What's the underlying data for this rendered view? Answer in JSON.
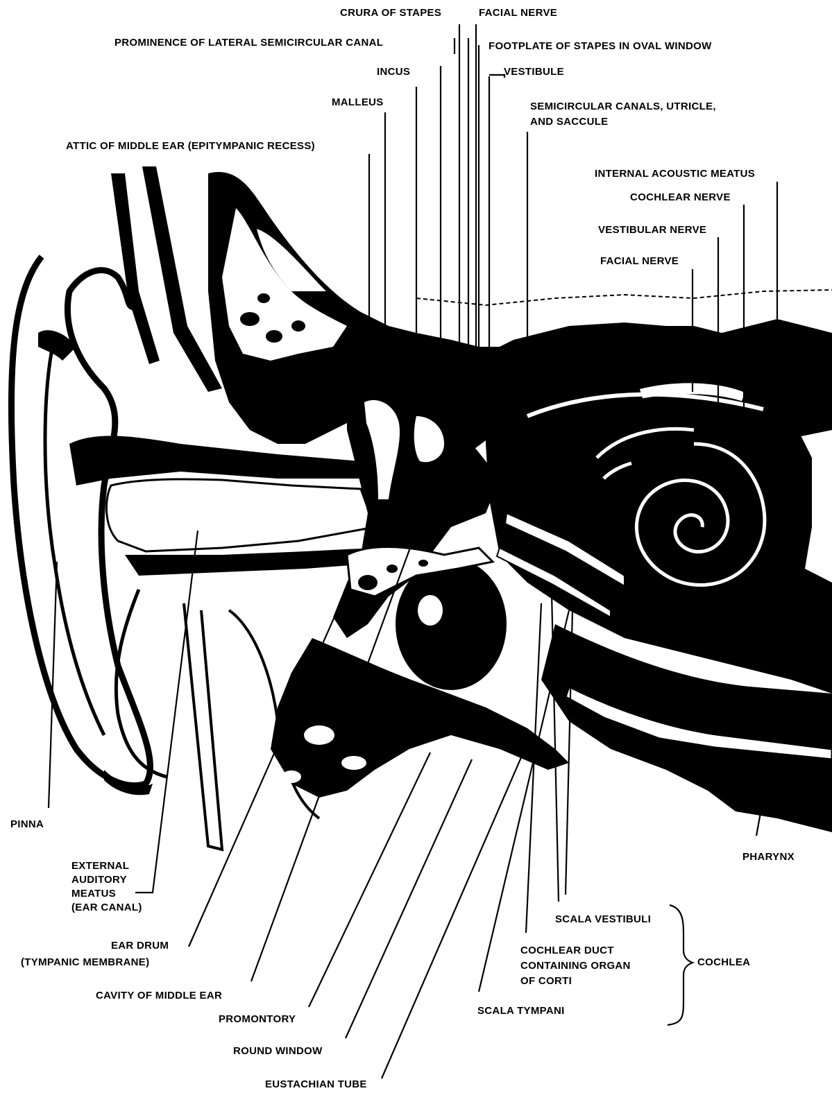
{
  "labels": {
    "crura_of_stapes": "CRURA OF STAPES",
    "facial_nerve_top": "FACIAL NERVE",
    "prominence_lateral_canal": "PROMINENCE OF LATERAL SEMICIRCULAR CANAL",
    "footplate_of_stapes": "FOOTPLATE OF STAPES IN OVAL WINDOW",
    "incus": "INCUS",
    "vestibule": "VESTIBULE",
    "malleus": "MALLEUS",
    "semicircular_canals_1": "SEMICIRCULAR CANALS, UTRICLE,",
    "semicircular_canals_2": "AND SACCULE",
    "attic_middle_ear": "ATTIC OF MIDDLE EAR (EPITYMPANIC RECESS)",
    "internal_acoustic_meatus": "INTERNAL ACOUSTIC MEATUS",
    "cochlear_nerve": "COCHLEAR NERVE",
    "vestibular_nerve": "VESTIBULAR NERVE",
    "facial_nerve_right": "FACIAL NERVE",
    "pinna": "PINNA",
    "external_auditory_1": "EXTERNAL",
    "external_auditory_2": "AUDITORY",
    "external_auditory_3": "MEATUS",
    "external_auditory_4": "(EAR CANAL)",
    "pharynx": "PHARYNX",
    "scala_vestibuli": "SCALA VESTIBULI",
    "cochlear_duct_1": "COCHLEAR DUCT",
    "cochlear_duct_2": "CONTAINING ORGAN",
    "cochlear_duct_3": "OF CORTI",
    "cochlea": "COCHLEA",
    "scala_tympani": "SCALA TYMPANI",
    "ear_drum_1": "EAR DRUM",
    "ear_drum_2": "(TYMPANIC MEMBRANE)",
    "cavity_middle_ear": "CAVITY OF MIDDLE EAR",
    "promontory": "PROMONTORY",
    "round_window": "ROUND WINDOW",
    "eustachian_tube": "EUSTACHIAN TUBE"
  },
  "colors": {
    "ink": "#000000",
    "paper": "#ffffff"
  }
}
